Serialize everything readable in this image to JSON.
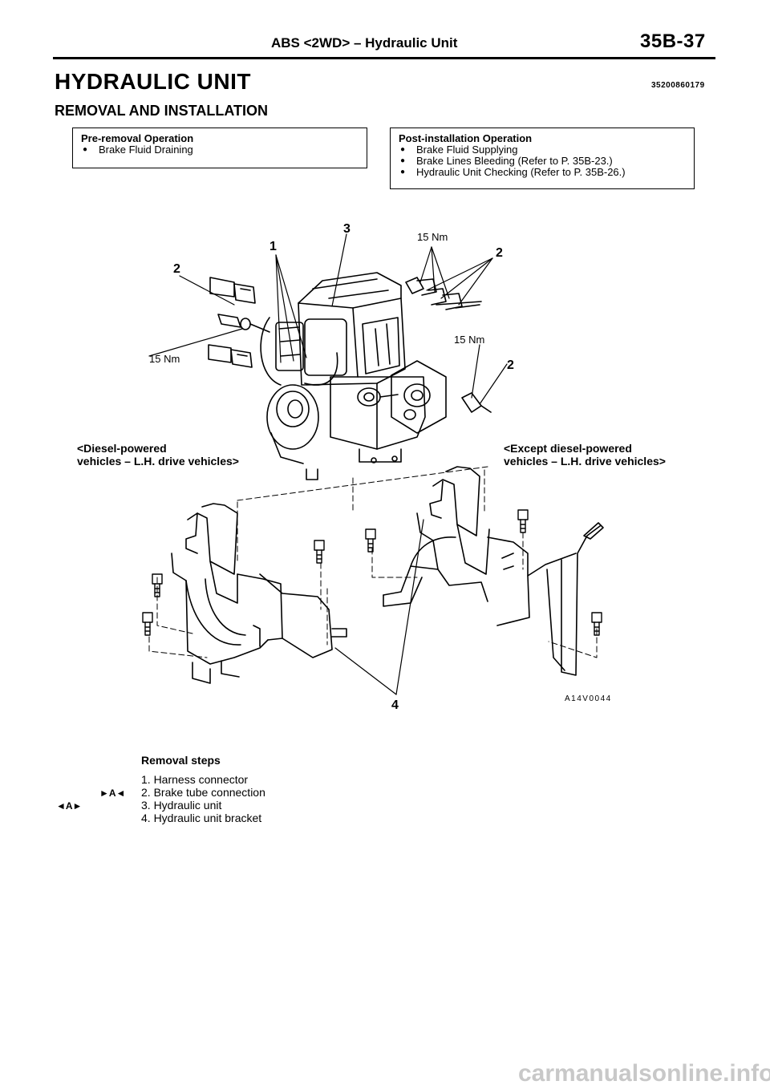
{
  "header": {
    "section_title": "ABS <2WD> – Hydraulic Unit",
    "page_number": "35B-37"
  },
  "document": {
    "title": "HYDRAULIC UNIT",
    "code": "35200860179",
    "subtitle": "REMOVAL AND INSTALLATION"
  },
  "pre_removal": {
    "heading": "Pre-removal Operation",
    "items": [
      "Brake Fluid Draining"
    ]
  },
  "post_installation": {
    "heading": "Post-installation Operation",
    "items": [
      "Brake Fluid Supplying",
      "Brake Lines Bleeding (Refer to P. 35B-23.)",
      "Hydraulic Unit Checking (Refer to P. 35B-26.)"
    ]
  },
  "figure": {
    "callouts": [
      "1",
      "2",
      "2",
      "2",
      "3",
      "4"
    ],
    "torque_labels": [
      "15 Nm",
      "15 Nm",
      "15 Nm"
    ],
    "left_caption": [
      "<Diesel-powered",
      "vehicles – L.H. drive vehicles>"
    ],
    "right_caption": [
      "<Except diesel-powered",
      "vehicles – L.H. drive vehicles>"
    ],
    "figure_code": "A14V0044"
  },
  "removal": {
    "heading": "Removal steps",
    "steps": [
      {
        "mark": "",
        "text": "1. Harness connector"
      },
      {
        "mark": "►A◄",
        "text": "2. Brake tube connection"
      },
      {
        "mark": "◄A►",
        "text": "3. Hydraulic unit"
      },
      {
        "mark": "",
        "text": "4. Hydraulic unit bracket"
      }
    ]
  },
  "watermark": "carmanualsonline.info"
}
